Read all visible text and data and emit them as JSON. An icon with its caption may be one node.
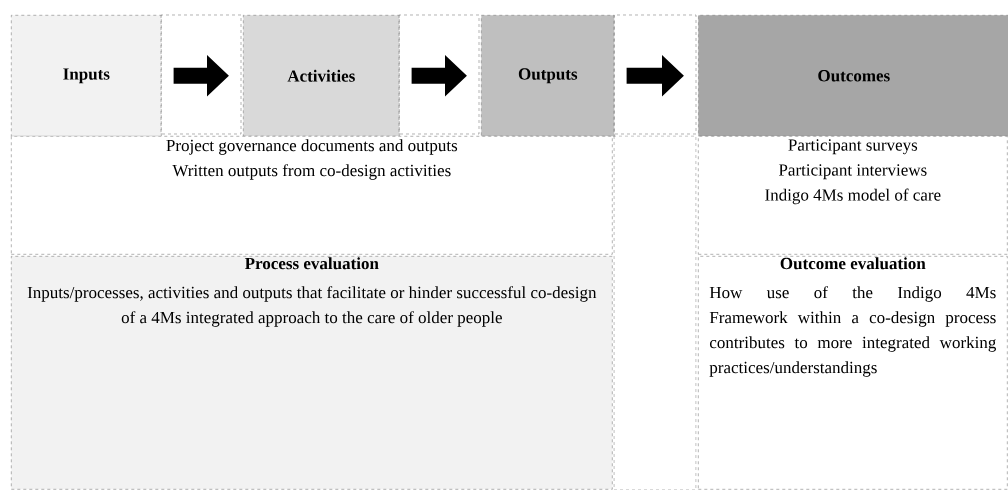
{
  "diagram": {
    "nodes": [
      {
        "text": [
          "Inputs"
        ]
      },
      {
        "text": [
          "Activities"
        ]
      },
      {
        "text": [
          "Outputs"
        ]
      },
      {
        "text": [
          "Outcomes"
        ]
      },
      {
        "text": [
          "Project governance documents and outputs",
          "Written outputs from co-design activities"
        ]
      },
      {
        "text": [
          "Participant surveys",
          "Participant interviews",
          "Indigo 4Ms model of care"
        ]
      },
      {
        "text": [
          "Process evaluation",
          "Inputs/processes, activities and outputs that facilitate or hinder successful co-design of a 4Ms integrated approach to the care of older people"
        ]
      },
      {
        "text": [
          "Outcome evaluation",
          "How use of the Indigo 4Ms Framework within a co-design process contributes to more integrated working practices/understandings"
        ]
      }
    ],
    "edges": [
      {
        "from": 0,
        "to": 1,
        "arrow": "to"
      },
      {
        "from": 1,
        "to": 2,
        "arrow": "to"
      },
      {
        "from": 2,
        "to": 3,
        "arrow": "to"
      }
    ]
  }
}
